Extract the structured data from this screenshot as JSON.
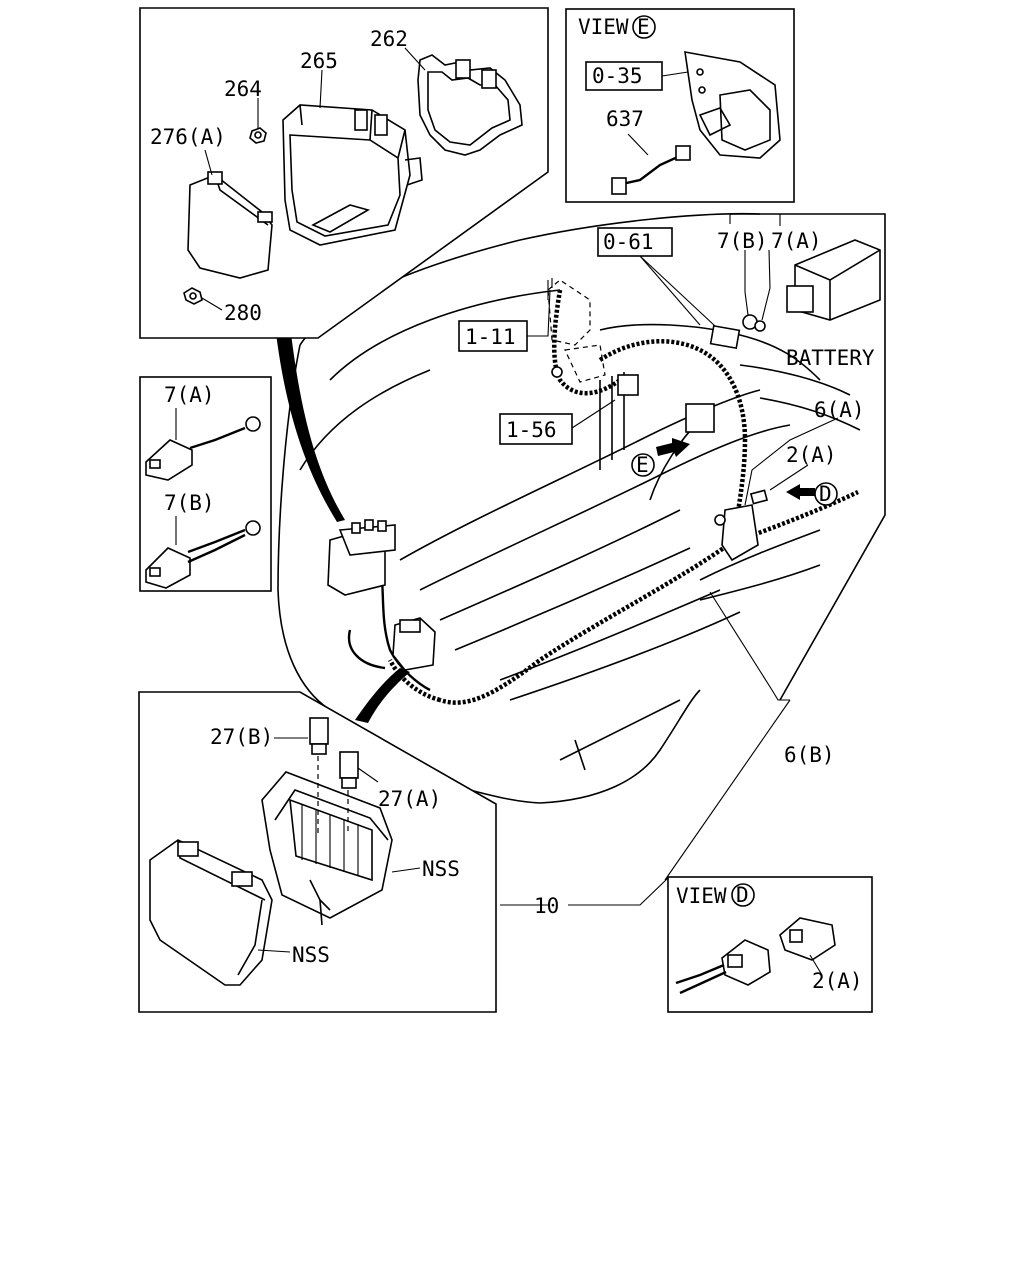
{
  "labels": {
    "p262": "262",
    "p265": "265",
    "p264": "264",
    "p276a": "276(A)",
    "p280": "280",
    "view_e_prefix": "VIEW",
    "view_e_letter": "E",
    "ref_035": "0-35",
    "p637": "637",
    "ref_061": "0-61",
    "p7b_top": "7(B)",
    "p7a_top": "7(A)",
    "battery": "BATTERY",
    "ref_111": "1-11",
    "ref_156": "1-56",
    "p6a": "6(A)",
    "p2a": "2(A)",
    "arrow_d_letter": "D",
    "arrow_e_letter": "E",
    "p7a_side": "7(A)",
    "p7b_side": "7(B)",
    "p6b": "6(B)",
    "p27b": "27(B)",
    "p27a": "27(A)",
    "nss1": "NSS",
    "nss2": "NSS",
    "p10": "10",
    "view_d_prefix": "VIEW",
    "view_d_letter": "D",
    "p2a_view": "2(A)"
  }
}
